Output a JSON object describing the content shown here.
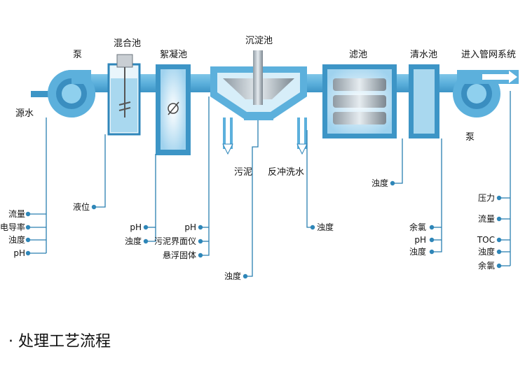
{
  "units": {
    "pump_left": "泵",
    "pump_right": "泵",
    "mixing_tank": "混合池",
    "floc_tank": "絮凝池",
    "settling_tank": "沉淀池",
    "filter_tank": "滤池",
    "clear_tank": "清水池",
    "network": "进入管网系统",
    "source": "源水",
    "sludge": "污泥",
    "backwash": "反冲洗水"
  },
  "sensors": {
    "source": [
      "流量",
      "电导率",
      "浊度",
      "pH"
    ],
    "mixing": [
      "液位"
    ],
    "floc": [
      "pH",
      "浊度"
    ],
    "settling": [
      "pH",
      "污泥界面仪",
      "悬浮固体"
    ],
    "settling_bottom": [
      "浊度"
    ],
    "filter": [
      "浊度"
    ],
    "filter_upper": [
      "浊度"
    ],
    "clear": [
      "余氯",
      "pH",
      "浊度"
    ],
    "network": [
      "压力",
      "流量",
      "TOC",
      "浊度",
      "余氯"
    ]
  },
  "caption": "· 处理工艺流程",
  "colors": {
    "pipe": "#5cb0dc",
    "pipe_dark": "#2f86ba",
    "tank_fill": "#a9d8ef",
    "sensor_line": "#2a7fb0"
  }
}
